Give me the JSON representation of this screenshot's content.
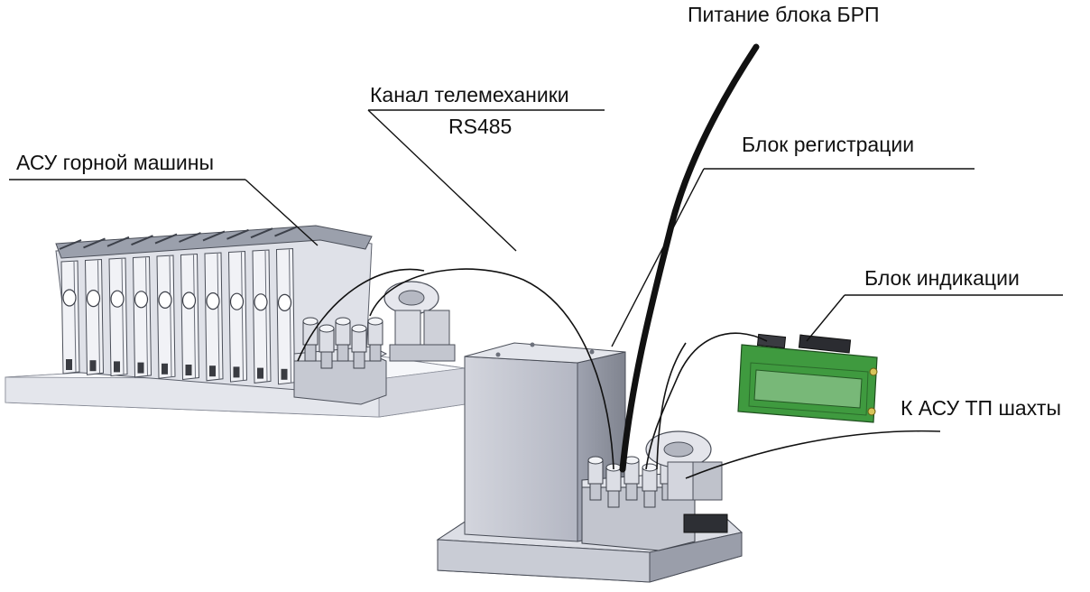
{
  "labels": {
    "power": "Питание блока БРП",
    "telemech_line1": "Канал телемеханики",
    "telemech_line2": "RS485",
    "registration": "Блок регистрации",
    "asu_machine": "АСУ горной машины",
    "indication": "Блок индикации",
    "asu_tp": "К АСУ ТП шахты"
  },
  "colors": {
    "background": "#ffffff",
    "metal_light": "#e9eaf0",
    "metal_mid": "#c7c9d2",
    "metal_dark": "#8f93a0",
    "housing": "#b9bcc8",
    "lcd_pcb": "#3c9c3c",
    "lcd_screen": "#6fb56f",
    "line": "#111111"
  }
}
